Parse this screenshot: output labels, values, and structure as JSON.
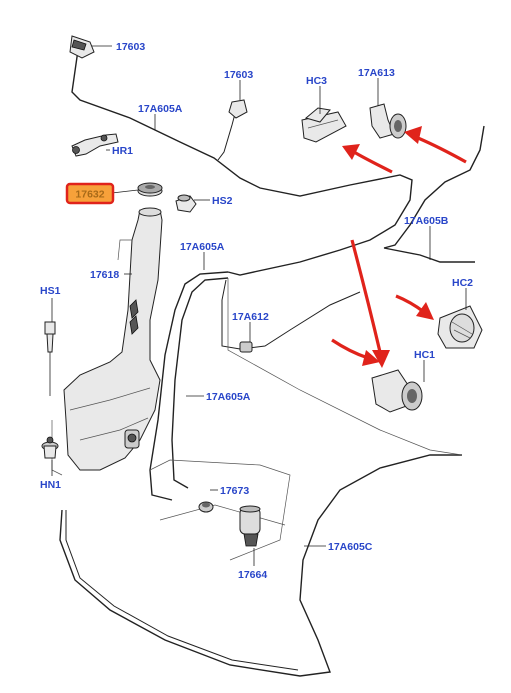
{
  "labels": {
    "l17603a": "17603",
    "l17603b": "17603",
    "l17a605a_top": "17A605A",
    "hr1": "HR1",
    "hc3": "HC3",
    "l17a613": "17A613",
    "l17632": "17632",
    "hs2": "HS2",
    "l17a605b": "17A605B",
    "l17a605a_mid": "17A605A",
    "l17618": "17618",
    "hs1": "HS1",
    "hc2": "HC2",
    "l17a612": "17A612",
    "hc1": "HC1",
    "l17a605a_low": "17A605A",
    "hn1": "HN1",
    "l17673": "17673",
    "l17a605c": "17A605C",
    "l17664": "17664"
  },
  "colors": {
    "label": "#2946c9",
    "highlight_box": "#e0231b",
    "highlight_fill": "#f7a13a",
    "arrow": "#e0231b"
  }
}
